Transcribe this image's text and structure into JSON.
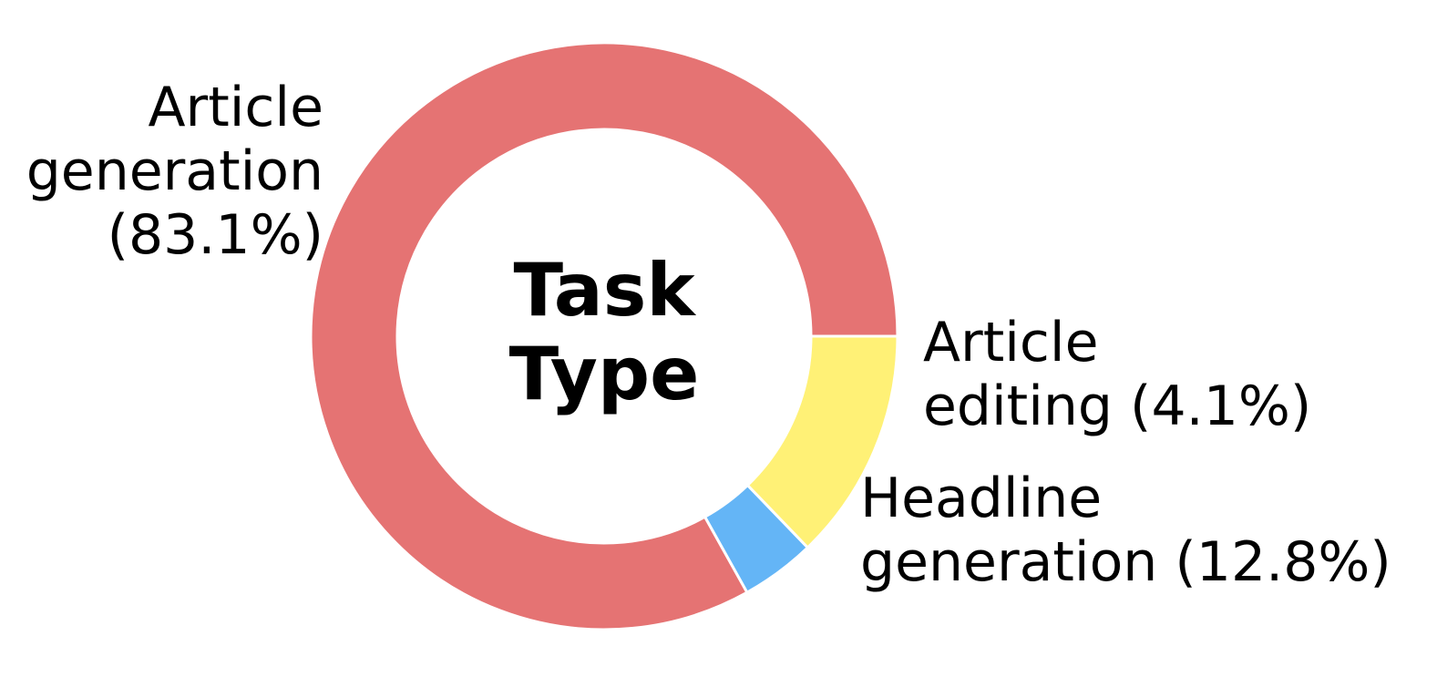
{
  "chart_data": {
    "type": "pie",
    "variant": "donut",
    "center_title": [
      "Task",
      "Type"
    ],
    "slices": [
      {
        "name": "Article generation",
        "value": 83.1,
        "label_lines": [
          "Article",
          "generation",
          "(83.1%)"
        ],
        "color": "#e57373"
      },
      {
        "name": "Article editing",
        "value": 4.1,
        "label_lines": [
          "Article",
          "editing (4.1%)"
        ],
        "color": "#64b5f6"
      },
      {
        "name": "Headline generation",
        "value": 12.8,
        "label_lines": [
          "Headline",
          "generation (12.8%)"
        ],
        "color": "#fff176"
      }
    ],
    "legend": "none",
    "direction": "clockwise from 3 o'clock"
  }
}
